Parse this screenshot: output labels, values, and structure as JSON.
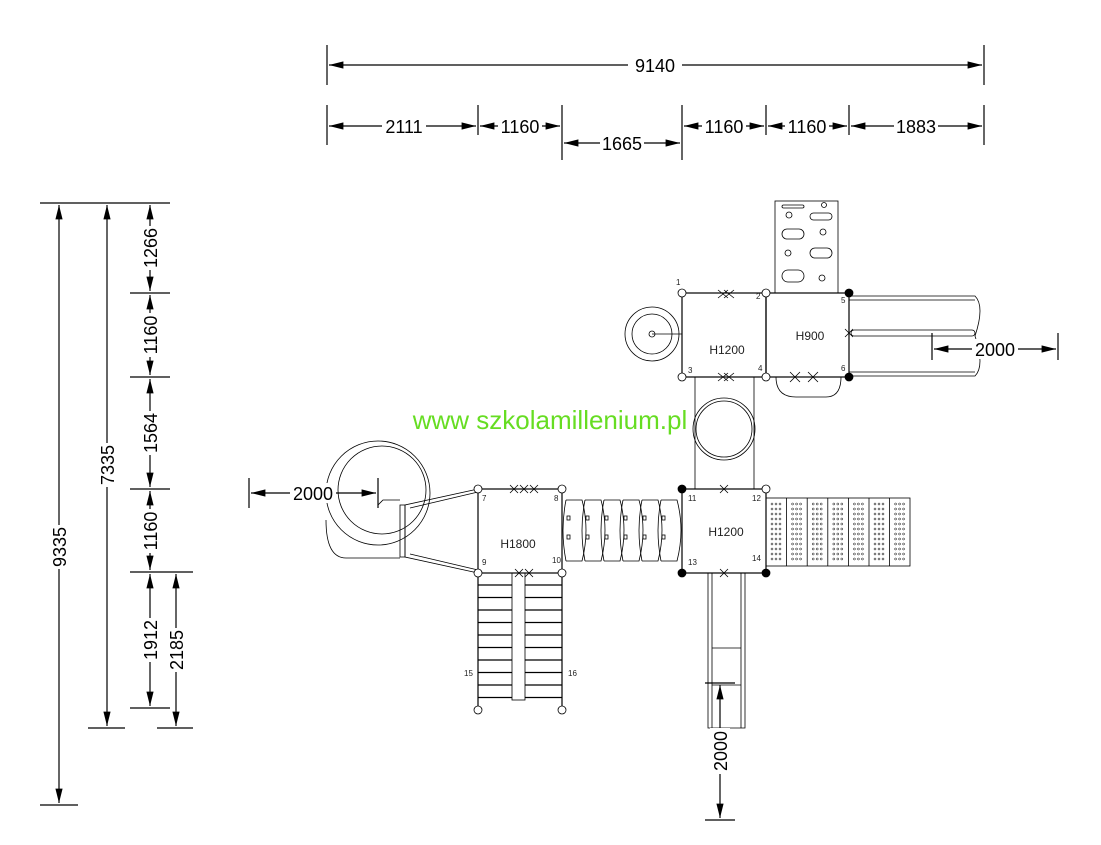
{
  "dimensions": {
    "top_total": "9140",
    "top_segments": [
      "2111",
      "1160",
      "1665",
      "1160",
      "1160",
      "1883"
    ],
    "left_total": "9335",
    "left_inner": "7335",
    "left_segments": [
      "1266",
      "1160",
      "1564",
      "1160",
      "1912"
    ],
    "left_extra": "2185",
    "clearance_left": "2000",
    "clearance_right": "2000",
    "clearance_bottom": "2000"
  },
  "platforms": {
    "upper_left": "H1200",
    "upper_right": "H900",
    "lower_center": "H1200",
    "lower_left": "H1800"
  },
  "post_numbers": [
    "1",
    "2",
    "3",
    "4",
    "5",
    "6",
    "7",
    "8",
    "9",
    "10",
    "11",
    "12",
    "13",
    "14",
    "15",
    "16"
  ],
  "watermark": "www szkolamillenium.pl"
}
